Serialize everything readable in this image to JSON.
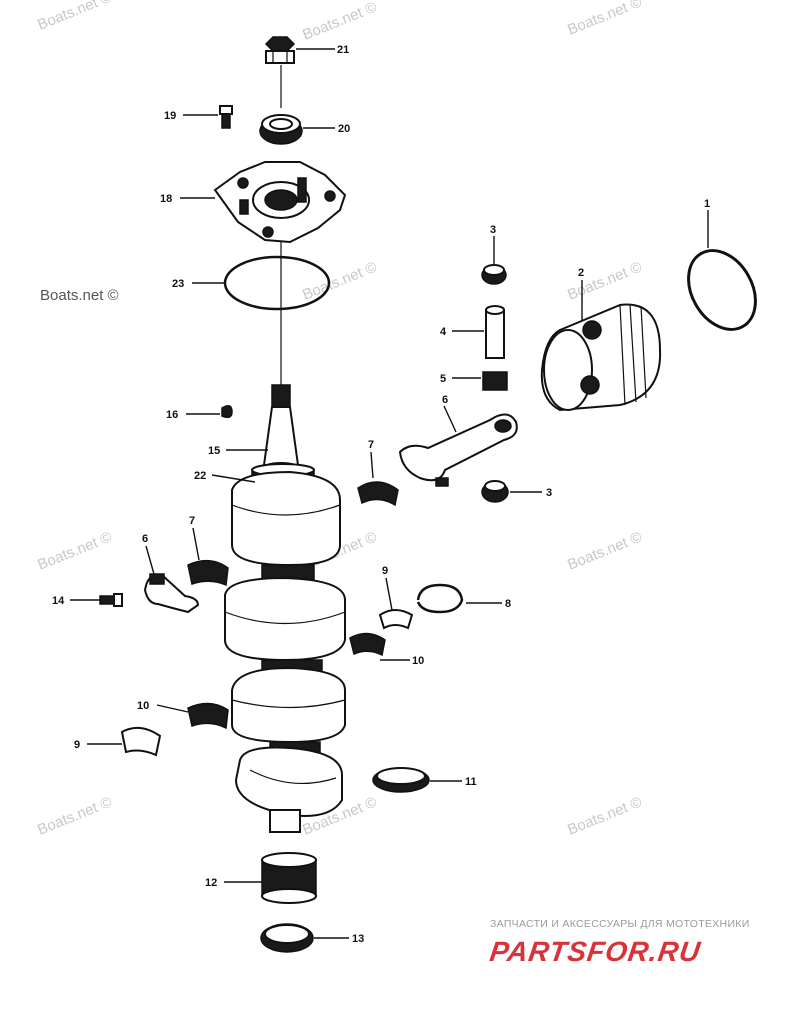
{
  "watermark": "Boats.net ©",
  "callouts": {
    "c1": "1",
    "c2": "2",
    "c3a": "3",
    "c3b": "3",
    "c4": "4",
    "c5": "5",
    "c6a": "6",
    "c6b": "6",
    "c7a": "7",
    "c7b": "7",
    "c8": "8",
    "c9a": "9",
    "c9b": "9",
    "c10a": "10",
    "c10b": "10",
    "c11": "11",
    "c12": "12",
    "c13": "13",
    "c14": "14",
    "c15": "15",
    "c16": "16",
    "c18": "18",
    "c19": "19",
    "c20": "20",
    "c21": "21",
    "c22": "22",
    "c23": "23"
  },
  "brand": {
    "tagline": "ЗАПЧАСТИ И АКСЕССУАРЫ ДЛЯ МОТОТЕХНИКИ",
    "logo": "PARTSFOR.RU",
    "color": "#d8323a"
  }
}
